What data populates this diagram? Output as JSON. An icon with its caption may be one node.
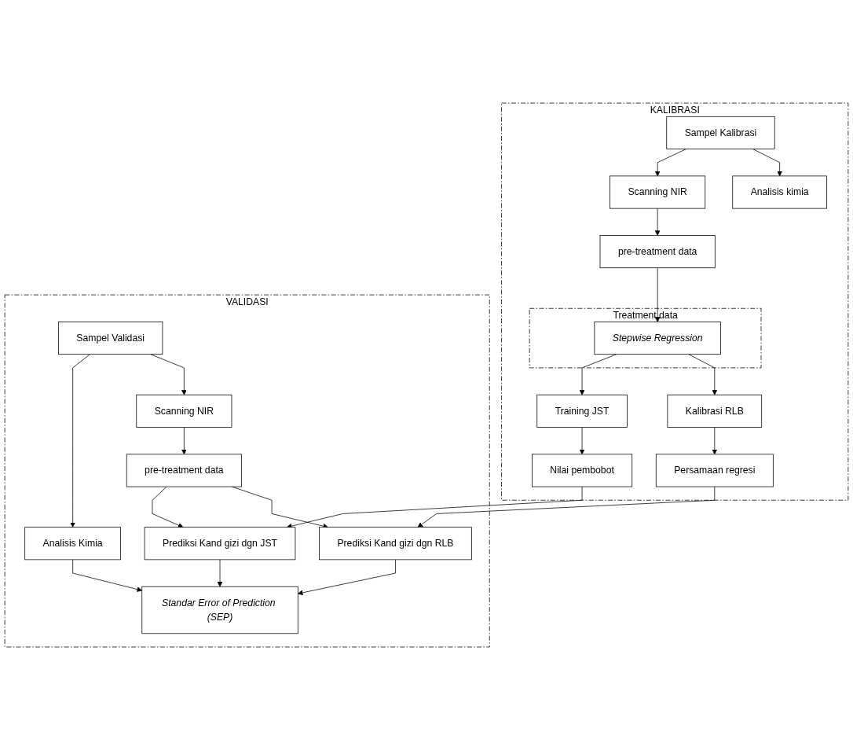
{
  "diagram": {
    "nodes": [
      {
        "text": [
          "KALIBRASI"
        ]
      },
      {
        "text": [
          "Sampel Kalibrasi"
        ],
        "in": 0
      },
      {
        "text": [
          "Analisis kimia"
        ],
        "in": 0
      },
      {
        "text": [
          "Scanning NIR"
        ],
        "in": 0
      },
      {
        "text": [
          "pre-treatment data"
        ],
        "in": 0
      },
      {
        "text": [
          "Treatment data"
        ],
        "in": 0
      },
      {
        "text": [
          "Stepwise Regression"
        ],
        "in": 5
      },
      {
        "text": [
          "Kalibrasi RLB"
        ],
        "in": 0
      },
      {
        "text": [
          "Training JST"
        ],
        "in": 0
      },
      {
        "text": [
          "Persamaan regresi"
        ],
        "in": 0
      },
      {
        "text": [
          "Nilai pembobot"
        ],
        "in": 0
      },
      {
        "text": [
          "VALIDASI"
        ]
      },
      {
        "text": [
          "Sampel Validasi"
        ],
        "in": 11
      },
      {
        "text": [
          "Scanning NIR"
        ],
        "in": 11
      },
      {
        "text": [
          "Analisis Kimia"
        ],
        "in": 11
      },
      {
        "text": [
          "pre-treatment data"
        ],
        "in": 11
      },
      {
        "text": [
          "Prediksi Kand gizi dgn RLB"
        ],
        "in": 11
      },
      {
        "text": [
          "Prediksi Kand gizi dgn JST"
        ],
        "in": 11
      },
      {
        "text": [
          "Standar Error of Prediction (SEP)"
        ],
        "in": 11
      }
    ],
    "edges": [
      {
        "from": 1,
        "to": 2,
        "arrow": "to"
      },
      {
        "from": 1,
        "to": 3,
        "arrow": "to"
      },
      {
        "from": 3,
        "to": 4,
        "arrow": "to"
      },
      {
        "from": 4,
        "to": 6,
        "arrow": "to"
      },
      {
        "from": 6,
        "to": 7,
        "arrow": "to"
      },
      {
        "from": 6,
        "to": 8,
        "arrow": "to"
      },
      {
        "from": 7,
        "to": 9,
        "arrow": "to"
      },
      {
        "from": 8,
        "to": 10,
        "arrow": "to"
      },
      {
        "from": 12,
        "to": 13,
        "arrow": "to"
      },
      {
        "from": 12,
        "to": 14,
        "arrow": "to"
      },
      {
        "from": 13,
        "to": 15,
        "arrow": "to"
      },
      {
        "from": 15,
        "to": 16,
        "arrow": "to"
      },
      {
        "from": 15,
        "to": 17,
        "arrow": "to"
      },
      {
        "from": 9,
        "to": 16,
        "arrow": "to"
      },
      {
        "from": 10,
        "to": 17,
        "arrow": "to"
      },
      {
        "from": 16,
        "to": 18,
        "arrow": "to"
      },
      {
        "from": 17,
        "to": 18,
        "arrow": "to"
      },
      {
        "from": 14,
        "to": 18,
        "arrow": "to"
      }
    ]
  }
}
